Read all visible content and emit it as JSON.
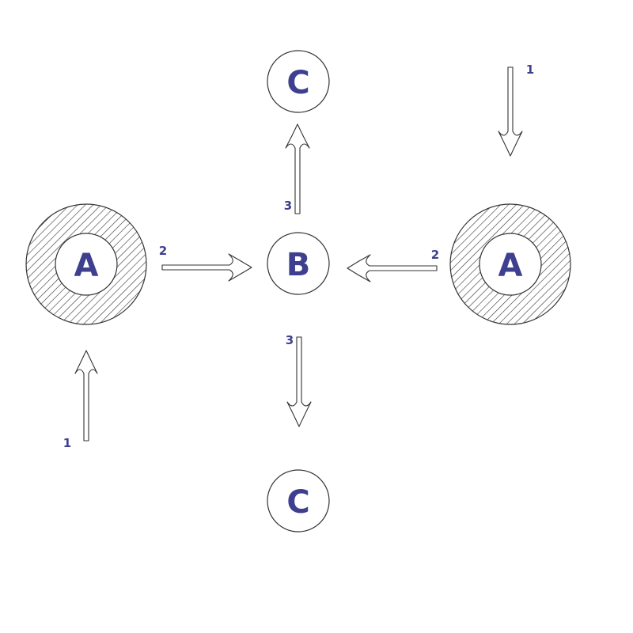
{
  "colors": {
    "label": "#3f3f8f",
    "stroke": "#333333",
    "hatch": "#333333",
    "background": "#ffffff"
  },
  "nodes": {
    "a_left": {
      "label": "A",
      "style": "hatched-ring"
    },
    "a_right": {
      "label": "A",
      "style": "hatched-ring"
    },
    "b_center": {
      "label": "B",
      "style": "plain-circle"
    },
    "c_top": {
      "label": "C",
      "style": "plain-circle"
    },
    "c_bottom": {
      "label": "C",
      "style": "plain-circle"
    }
  },
  "arrows": {
    "step1_left": {
      "label": "1",
      "direction": "up"
    },
    "step1_right": {
      "label": "1",
      "direction": "down"
    },
    "step2_left": {
      "label": "2",
      "direction": "right"
    },
    "step2_right": {
      "label": "2",
      "direction": "left"
    },
    "step3_top": {
      "label": "3",
      "direction": "up"
    },
    "step3_bottom": {
      "label": "3",
      "direction": "down"
    }
  }
}
